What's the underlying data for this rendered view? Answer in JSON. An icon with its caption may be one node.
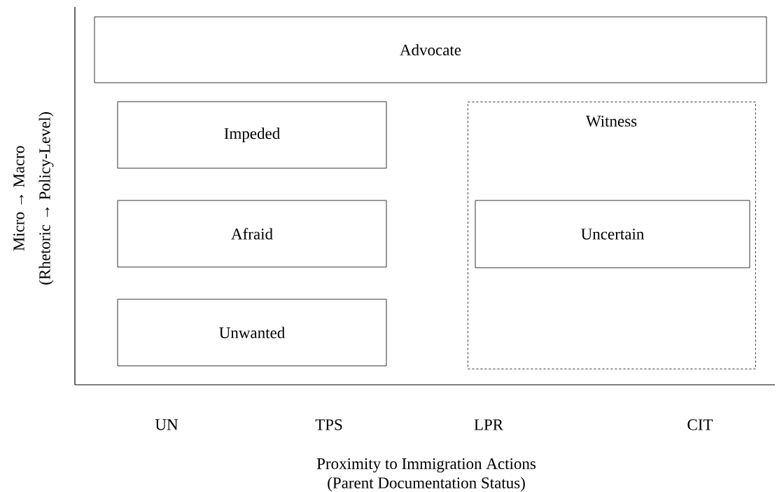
{
  "diagram": {
    "nodes": [
      {
        "text": [
          "Advocate"
        ]
      },
      {
        "text": [
          "Impeded"
        ]
      },
      {
        "text": [
          "Afraid"
        ]
      },
      {
        "text": [
          "Unwanted"
        ]
      },
      {
        "text": [
          "Witness"
        ]
      },
      {
        "text": [
          "Uncertain"
        ],
        "in": 4
      }
    ],
    "labels": [
      "Micro → Macro",
      "(Rhetoric → Policy-Level)",
      "UN",
      "TPS",
      "LPR",
      "CIT",
      "Proximity to Immigration Actions",
      "(Parent Documentation Status)"
    ]
  }
}
